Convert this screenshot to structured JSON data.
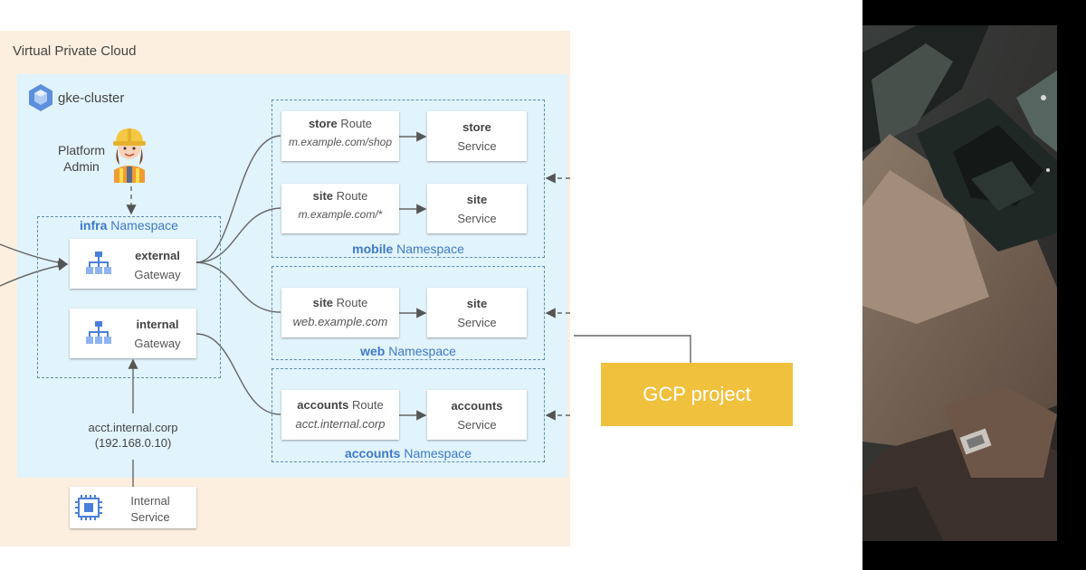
{
  "vpc": {
    "title": "Virtual Private Cloud"
  },
  "cluster": {
    "title": "gke-cluster",
    "icon": "kubernetes-cube-icon"
  },
  "platform_admin": {
    "line1": "Platform",
    "line2": "Admin",
    "icon": "construction-worker-icon"
  },
  "infra_namespace": {
    "name": "infra",
    "suffix": " Namespace"
  },
  "gateways": {
    "external": {
      "name": "external",
      "type": "Gateway",
      "icon": "gateway-hierarchy-icon"
    },
    "internal": {
      "name": "internal",
      "type": "Gateway",
      "icon": "gateway-hierarchy-icon"
    }
  },
  "namespaces": {
    "mobile": {
      "name": "mobile",
      "suffix": " Namespace",
      "routes": [
        {
          "name": "store",
          "type": " Route",
          "host": "m.example.com/shop",
          "service_name": "store",
          "service_type": "Service"
        },
        {
          "name": "site",
          "type": " Route",
          "host": "m.example.com/*",
          "service_name": "site",
          "service_type": "Service"
        }
      ]
    },
    "web": {
      "name": "web",
      "suffix": " Namespace",
      "routes": [
        {
          "name": "site",
          "type": " Route",
          "host": "web.example.com",
          "service_name": "site",
          "service_type": "Service"
        }
      ]
    },
    "accounts": {
      "name": "accounts",
      "suffix": " Namespace",
      "routes": [
        {
          "name": "accounts",
          "type": " Route",
          "host": "acct.internal.corp",
          "service_name": "accounts",
          "service_type": "Service"
        }
      ]
    }
  },
  "internal_address": {
    "host": "acct.internal.corp",
    "ip": "(192.168.0.10)"
  },
  "internal_service": {
    "line1": "Internal",
    "line2": "Service",
    "icon": "compute-chip-icon"
  },
  "gcp_project": {
    "label": "GCP project",
    "color": "#f0c13c"
  },
  "colors": {
    "vpc_bg": "#fcefdf",
    "cluster_bg": "#e1f3fb",
    "namespace_label": "#3f7ac8",
    "dashed_border": "#5f8cae"
  }
}
